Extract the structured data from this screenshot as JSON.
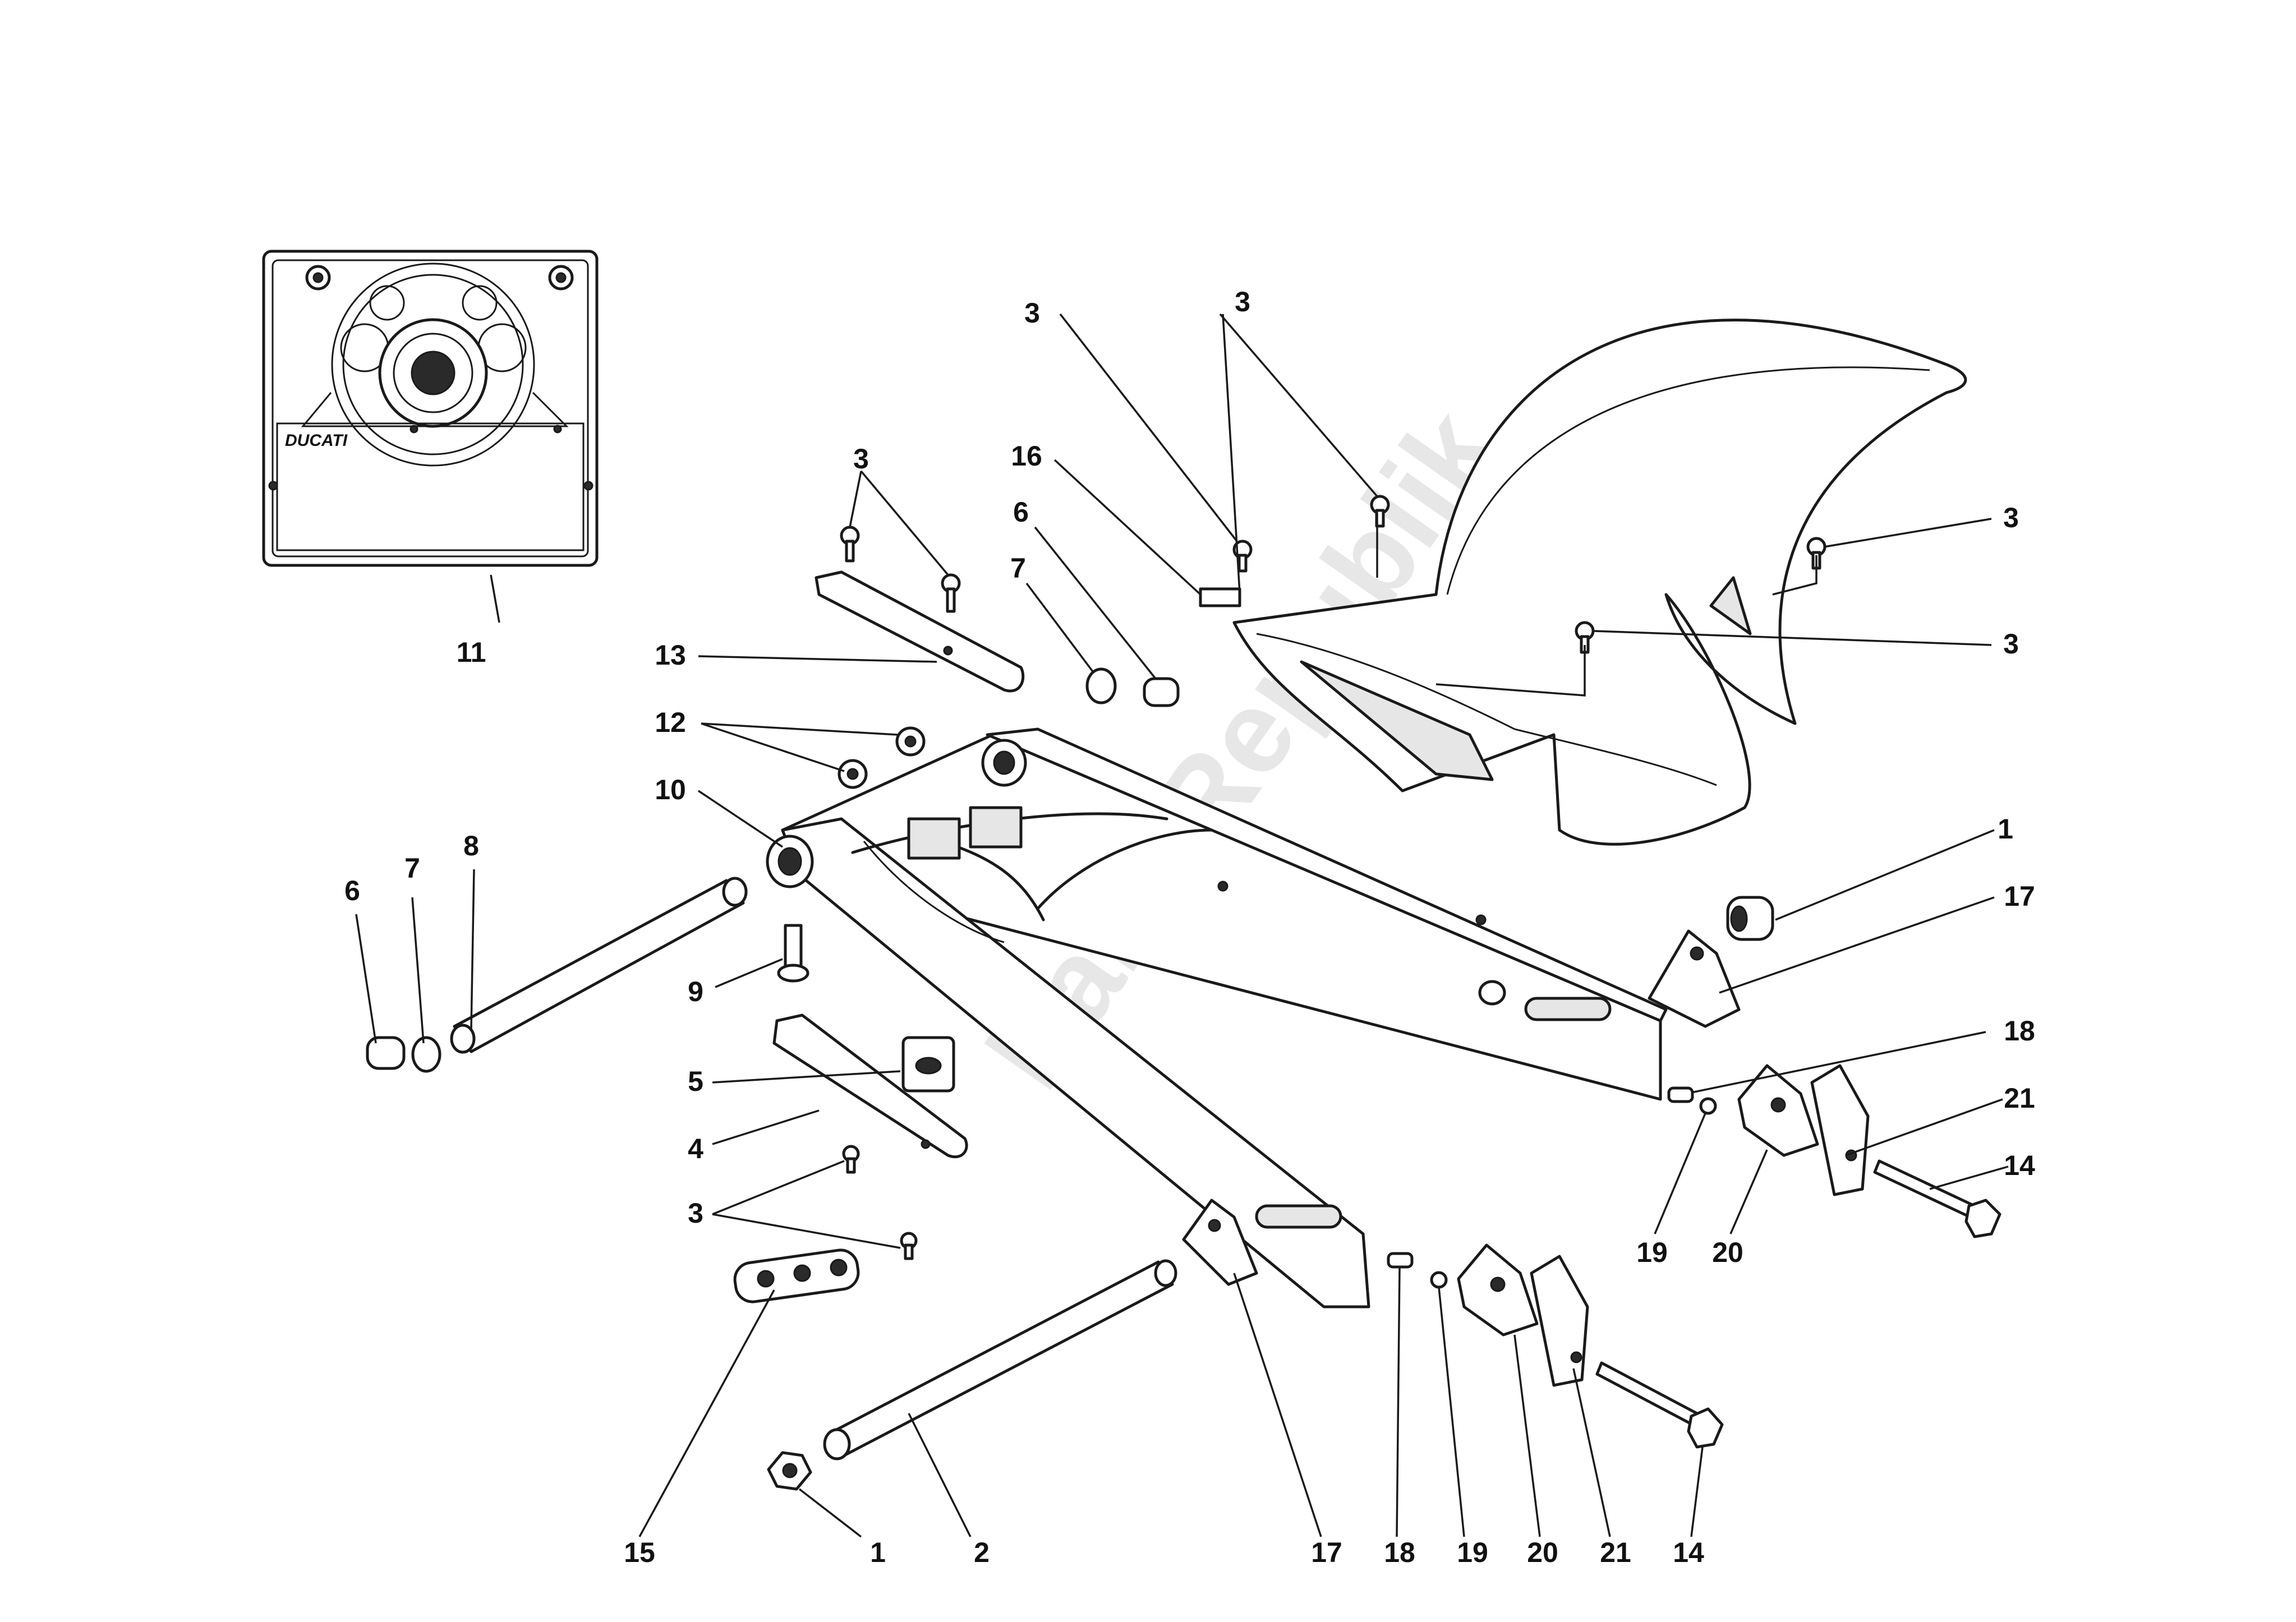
{
  "inset": {
    "brand": "DUCATI",
    "callout": "11"
  },
  "watermark": "PartsRepublik",
  "callouts": {
    "n1a": "1",
    "n1b": "1",
    "n2": "2",
    "n3a": "3",
    "n3b": "3",
    "n3c": "3",
    "n3d": "3",
    "n3e": "3",
    "n3f": "3",
    "n4": "4",
    "n5": "5",
    "n6a": "6",
    "n6b": "6",
    "n7a": "7",
    "n7b": "7",
    "n8": "8",
    "n9": "9",
    "n10": "10",
    "n12": "12",
    "n13": "13",
    "n14a": "14",
    "n14b": "14",
    "n15": "15",
    "n16": "16",
    "n17a": "17",
    "n17b": "17",
    "n18a": "18",
    "n18b": "18",
    "n19a": "19",
    "n19b": "19",
    "n20a": "20",
    "n20b": "20",
    "n21a": "21",
    "n21b": "21"
  }
}
